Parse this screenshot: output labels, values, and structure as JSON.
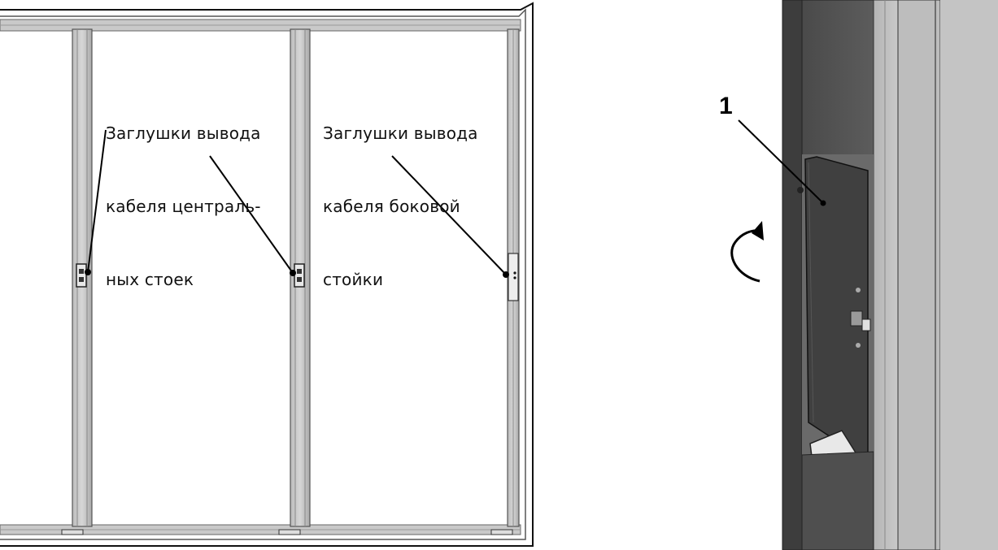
{
  "left_view": {
    "label_central": {
      "line1": "Заглушки вывода",
      "line2": "кабеля централь-",
      "line3": "ных стоек"
    },
    "label_side": {
      "line1": "Заглушки вывода",
      "line2": "кабеля боковой",
      "line3": "стойки"
    }
  },
  "right_view": {
    "callout_number": "1",
    "rotation_arrow_icon": "rotate-arrow-icon"
  }
}
